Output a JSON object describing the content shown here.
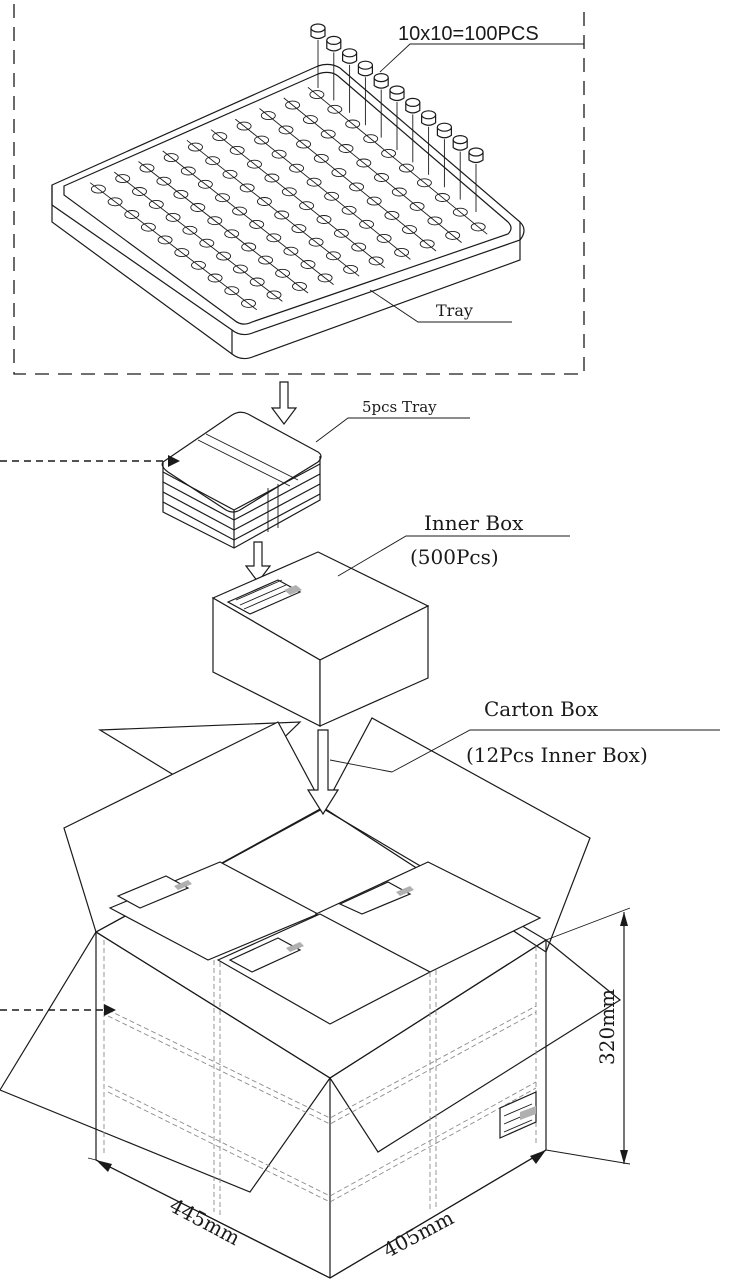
{
  "labels": {
    "quantity": "10x10=100PCS",
    "tray": "Tray",
    "tray_stack": "5pcs Tray",
    "inner_box_title": "Inner Box",
    "inner_box_qty": "(500Pcs)",
    "carton_box_title": "Carton Box",
    "carton_box_qty": "(12Pcs Inner Box)"
  },
  "dimensions": {
    "height": "320mm",
    "length": "445mm",
    "width": "405mm"
  },
  "colors": {
    "line": "#1a1a1a",
    "hidden_line": "#8a8a8a",
    "label_patch": "#b0b0b0"
  }
}
